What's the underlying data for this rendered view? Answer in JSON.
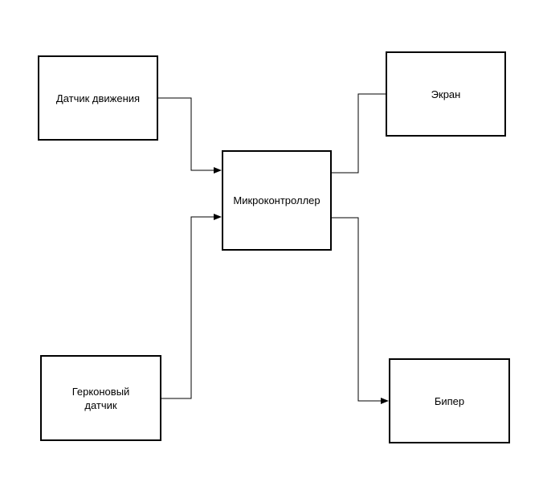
{
  "diagram": {
    "blocks": {
      "motion_sensor": "Датчик движения",
      "microcontroller": "Микроконтроллер",
      "screen": "Экран",
      "reed_sensor": "Герконовый\nдатчик",
      "beeper": "Бипер"
    },
    "connections": [
      {
        "from": "motion_sensor",
        "to": "microcontroller",
        "arrow": true
      },
      {
        "from": "reed_sensor",
        "to": "microcontroller",
        "arrow": true
      },
      {
        "from": "microcontroller",
        "to": "screen",
        "arrow": false
      },
      {
        "from": "microcontroller",
        "to": "beeper",
        "arrow": true
      }
    ],
    "colors": {
      "stroke": "#000000",
      "background": "#ffffff"
    }
  }
}
